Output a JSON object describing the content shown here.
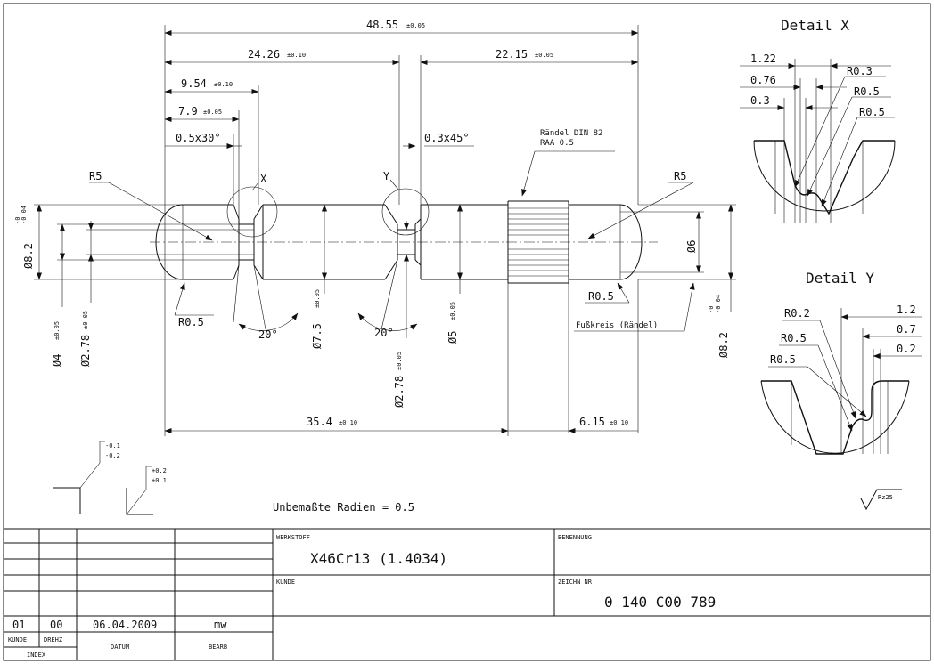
{
  "dims": {
    "total": "48.55",
    "total_tol": "±0.05",
    "left_part": "24.26",
    "left_part_tol": "±0.10",
    "right_part": "22.15",
    "right_part_tol": "±0.05",
    "groove_x": "9.54",
    "groove_x_tol": "±0.10",
    "step_x": "7.9",
    "step_x_tol": "±0.05",
    "chamfer_x": "0.5x30°",
    "chamfer_y": "0.3x45°",
    "knurl_note_1": "Rändel DIN 82",
    "knurl_note_2": "RAA 0.5",
    "radius_left": "R5",
    "radius_right": "R5",
    "marker_x": "X",
    "marker_y": "Y",
    "dia_left": "Ø8.2",
    "dia_left_tol_1": "-0",
    "dia_left_tol_2": "-0.04",
    "dia_4": "Ø4",
    "dia_4_tol": "±0.05",
    "dia_278": "Ø2.78",
    "dia_278_tol": "±0.05",
    "r05_left": "R0.5",
    "angle_left": "20°",
    "angle_right": "20°",
    "dia_75": "Ø7.5",
    "dia_75_tol": "±0.05",
    "dia_278b": "Ø2.78",
    "dia_278b_tol": "±0.05",
    "dia_5": "Ø5",
    "dia_5_tol": "±0.05",
    "dia_6": "Ø6",
    "r05_right": "R0.5",
    "root_circle": "Fußkreis (Rändel)",
    "dia_right": "Ø8.2",
    "dia_right_tol_1": "-0",
    "dia_right_tol_2": "-0.04",
    "len_354": "35.4",
    "len_354_tol": "±0.10",
    "len_615": "6.15",
    "len_615_tol": "±0.10"
  },
  "detail_x": {
    "title": "Detail X",
    "d1": "1.22",
    "d2": "0.76",
    "d3": "0.3",
    "r1": "R0.3",
    "r2": "R0.5",
    "r3": "R0.5"
  },
  "detail_y": {
    "title": "Detail Y",
    "r1": "R0.2",
    "r2": "R0.5",
    "r3": "R0.5",
    "d1": "1.2",
    "d2": "0.7",
    "d3": "0.2"
  },
  "edge_symbols": {
    "outer_1": "-0.1",
    "outer_2": "-0.2",
    "inner_1": "+0.2",
    "inner_2": "+0.1"
  },
  "general_note": "Unbemaßte Radien = 0.5",
  "surface_symbol": "Rz25",
  "title_block": {
    "material_label": "WERKSTOFF",
    "material_value": "X46Cr13 (1.4034)",
    "name_label": "BENENNUNG",
    "customer_label": "KUNDE",
    "drawing_no_label": "ZEICHN NR",
    "drawing_no_value": "0 140 C00 789",
    "rev_customer": "01",
    "rev_lathe": "00",
    "rev_date": "06.04.2009",
    "rev_author": "mw",
    "col_customer": "KUNDE",
    "col_lathe": "DREHZ",
    "col_date": "DATUM",
    "col_author": "BEARB",
    "col_index": "INDEX"
  }
}
